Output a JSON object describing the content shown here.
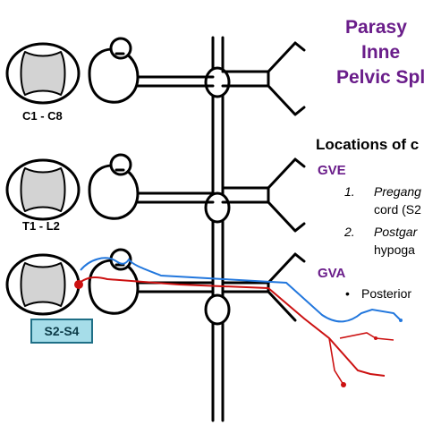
{
  "title": {
    "line1": "Parasy",
    "line2": "Inne",
    "line3": "Pelvic Spla"
  },
  "levels": [
    {
      "label": "C1 - C8"
    },
    {
      "label": "T1 - L2"
    },
    {
      "label": "S2-S4"
    }
  ],
  "locations": {
    "heading": "Locations of c",
    "gve": {
      "heading": "GVE",
      "items": [
        {
          "num": "1.",
          "line1": "Pregang",
          "line2": "cord (S2"
        },
        {
          "num": "2.",
          "line1": "Postgar",
          "line2": "hypoga"
        }
      ]
    },
    "gva": {
      "heading": "GVA",
      "bullet": "•",
      "items": [
        {
          "text": "Posterior"
        }
      ]
    }
  },
  "colors": {
    "title": "#6a1d8a",
    "efferent_fiber": "#cc1111",
    "afferent_fiber": "#2277dd",
    "gray_matter": "#d3d3d3",
    "level_box_fill": "#a6dde9",
    "level_box_border": "#1f6f86"
  }
}
